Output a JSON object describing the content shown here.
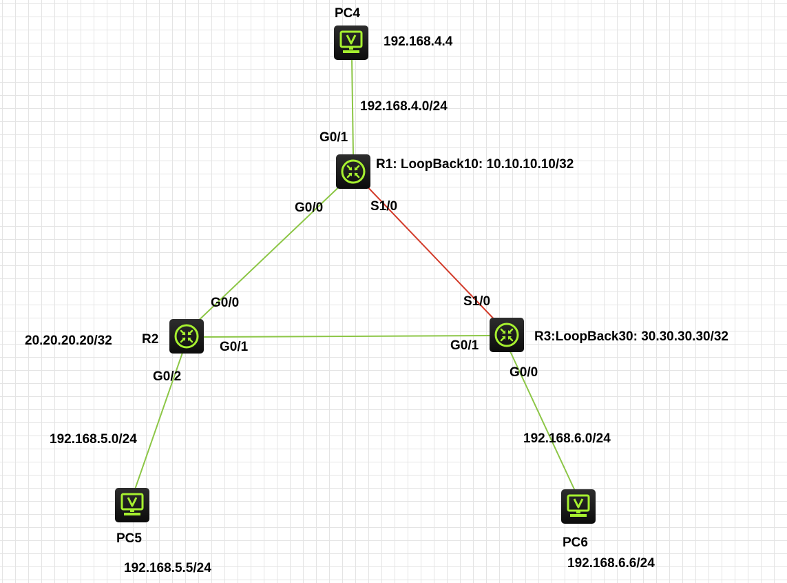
{
  "colors": {
    "ethernet_link": "#8cc646",
    "serial_link": "#d23b2a",
    "icon_green": "#a6f02f",
    "device_body": "#141414"
  },
  "devices": {
    "pc4": {
      "name": "PC4",
      "ip": "192.168.4.4",
      "icon": "pc-monitor-icon"
    },
    "pc5": {
      "name": "PC5",
      "ip": "192.168.5.5/24",
      "icon": "pc-monitor-icon"
    },
    "pc6": {
      "name": "PC6",
      "ip": "192.168.6.6/24",
      "icon": "pc-monitor-icon"
    },
    "r1": {
      "label": "R1: LoopBack10: 10.10.10.10/32",
      "icon": "router-icon"
    },
    "r2": {
      "name": "R2",
      "loopback": "20.20.20.20/32",
      "icon": "router-icon"
    },
    "r3": {
      "label": "R3:LoopBack30: 30.30.30.30/32",
      "icon": "router-icon"
    }
  },
  "networks": {
    "pc4_r1": "192.168.4.0/24",
    "pc5_r2": "192.168.5.0/24",
    "pc6_r3": "192.168.6.0/24"
  },
  "interfaces": {
    "r1_g01": "G0/1",
    "r1_g00": "G0/0",
    "r1_s10": "S1/0",
    "r2_g00": "G0/0",
    "r2_g01": "G0/1",
    "r2_g02": "G0/2",
    "r3_s10": "S1/0",
    "r3_g01": "G0/1",
    "r3_g00": "G0/0"
  },
  "links": [
    {
      "from": "PC4",
      "to": "R1",
      "type": "ethernet"
    },
    {
      "from": "R1",
      "to": "R2",
      "type": "ethernet"
    },
    {
      "from": "R1",
      "to": "R3",
      "type": "serial"
    },
    {
      "from": "R2",
      "to": "R3",
      "type": "ethernet"
    },
    {
      "from": "R2",
      "to": "PC5",
      "type": "ethernet"
    },
    {
      "from": "R3",
      "to": "PC6",
      "type": "ethernet"
    }
  ]
}
